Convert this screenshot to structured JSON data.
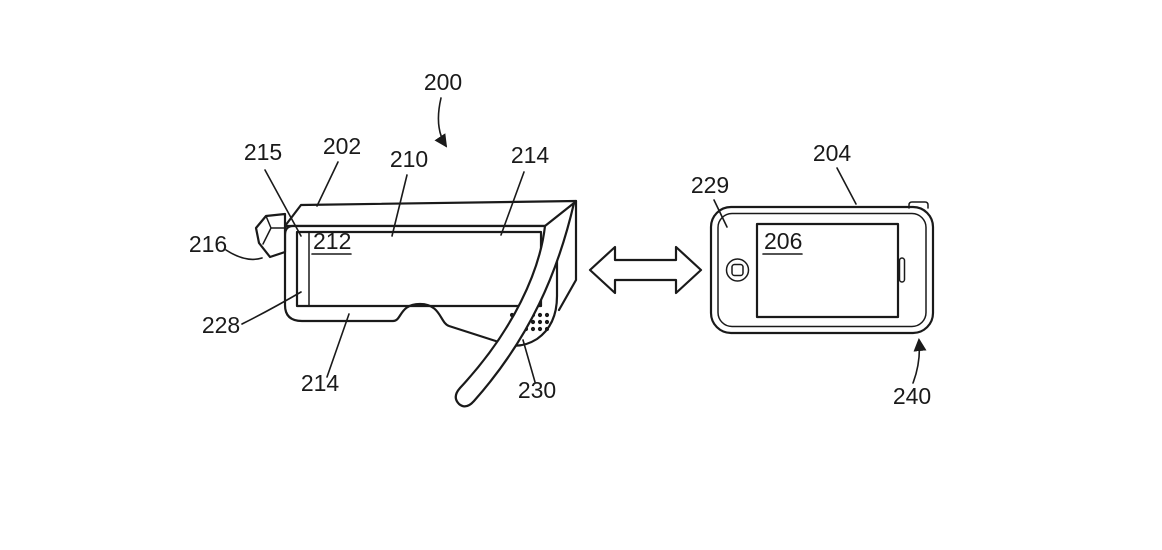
{
  "figure": {
    "colors": {
      "ink": "#1a1a1a",
      "background": "#ffffff"
    },
    "labels": {
      "l200": "200",
      "l202": "202",
      "l204": "204",
      "l206": "206",
      "l210": "210",
      "l212": "212",
      "l214_top": "214",
      "l214_bottom": "214",
      "l215": "215",
      "l216": "216",
      "l228": "228",
      "l229": "229",
      "l230": "230",
      "l240": "240"
    },
    "icons": {
      "transfer_arrow": "double-headed-horizontal-arrow"
    }
  }
}
